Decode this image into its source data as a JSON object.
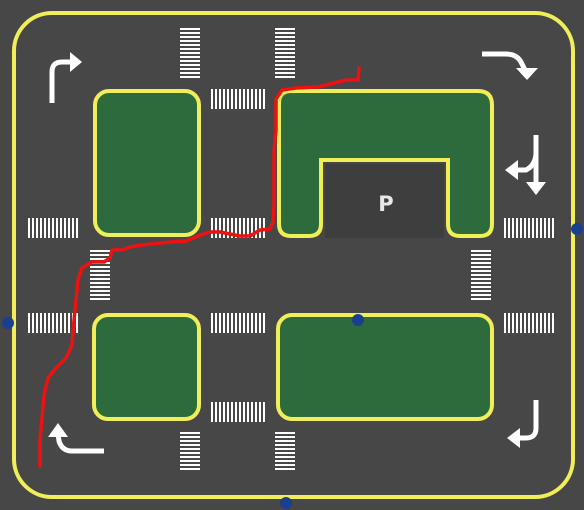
{
  "map": {
    "parking_label": "P",
    "colors": {
      "asphalt": "#474747",
      "curb": "#f0ef5a",
      "block": "#2e6b3c",
      "route": "#ee1111",
      "marker": "#1b3f8f",
      "marking": "#ffffff"
    },
    "turn_arrows": [
      "turn-right-arrow",
      "right-down-arrow",
      "down-left-split-arrow",
      "down-left-arrow",
      "left-turn-arrow"
    ]
  }
}
